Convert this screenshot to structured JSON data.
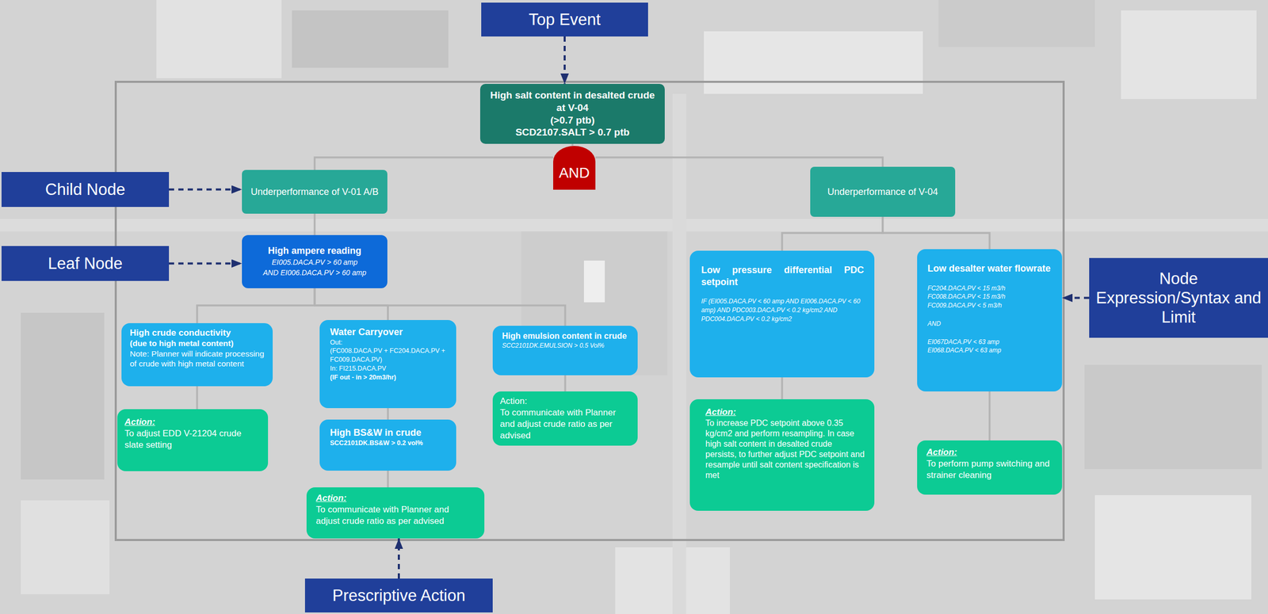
{
  "diagram": {
    "nodes": [
      {
        "text": [
          "Top Event"
        ]
      },
      {
        "text": [
          "High salt content in desalted crude at V-04",
          "(>0.7 ptb)",
          "SCD2107.SALT > 0.7 ptb"
        ]
      },
      {
        "text": [
          "AND"
        ]
      },
      {
        "text": [
          "Child Node"
        ]
      },
      {
        "text": [
          "Underperformance of V-01 A/B"
        ]
      },
      {
        "text": [
          "Underperformance of V-04"
        ]
      },
      {
        "text": [
          "Leaf Node"
        ]
      },
      {
        "text": [
          "High ampere reading",
          "EI005.DACA.PV > 60 amp",
          "AND EI006.DACA.PV > 60 amp"
        ]
      },
      {
        "text": [
          "Node Expression/Syntax and Limit"
        ]
      },
      {
        "text": [
          "Low pressure differential PDC setpoint",
          "IF (EI005.DACA.PV < 60 amp AND EI006.DACA.PV < 60 amp) AND PDC003.DACA.PV < 0.2 kg/cm2 AND PDC004.DACA.PV < 0.2 kg/cm2"
        ]
      },
      {
        "text": [
          "Low desalter water flowrate",
          "FC204.DACA.PV < 15 m3/h",
          "FC008.DACA.PV < 15 m3/h",
          "FC009.DACA.PV < 5 m3/h",
          "AND",
          "EI067DACA.PV < 63 amp",
          "EI068.DACA.PV < 63 amp"
        ]
      },
      {
        "text": [
          "High crude conductivity",
          "(due to high metal content)",
          "Note: Planner will indicate processing of crude with high metal content"
        ]
      },
      {
        "text": [
          "Water Carryover",
          "Out:",
          "(FC008.DACA.PV + FC204.DACA.PV + FC009.DACA.PV)",
          "In: FI215.DACA.PV",
          "(IF out - in > 20m3/hr)"
        ]
      },
      {
        "text": [
          "High emulsion content in crude",
          "SCC2101DK.EMULSION > 0.5 Vol%"
        ]
      },
      {
        "text": [
          "Action:",
          "To adjust EDD V-21204 crude slate setting"
        ]
      },
      {
        "text": [
          "Action:",
          "To communicate with Planner and adjust crude ratio as per advised"
        ]
      },
      {
        "text": [
          "Action:",
          "To increase PDC setpoint above 0.35 kg/cm2 and perform resampling. In case high salt content in desalted crude persists, to further adjust PDC setpoint and resample until salt content specification is met"
        ]
      },
      {
        "text": [
          "Action:",
          "To perform pump switching and strainer cleaning"
        ]
      },
      {
        "text": [
          "High BS&W in crude",
          "SCC2101DK.BS&W > 0.2 vol%"
        ]
      },
      {
        "text": [
          "Action:",
          "To communicate with Planner and adjust crude ratio as per advised"
        ]
      },
      {
        "text": [
          "Prescriptive Action"
        ]
      }
    ],
    "edges": [
      {
        "from": 0,
        "to": 1,
        "arrow": "to"
      },
      {
        "from": 1,
        "to": 2,
        "arrow": "none"
      },
      {
        "from": 2,
        "to": 4,
        "arrow": "none"
      },
      {
        "from": 2,
        "to": 5,
        "arrow": "none"
      },
      {
        "from": 3,
        "to": 4,
        "arrow": "to"
      },
      {
        "from": 4,
        "to": 7,
        "arrow": "none"
      },
      {
        "from": 6,
        "to": 7,
        "arrow": "to"
      },
      {
        "from": 7,
        "to": 11,
        "arrow": "none"
      },
      {
        "from": 7,
        "to": 12,
        "arrow": "none"
      },
      {
        "from": 7,
        "to": 13,
        "arrow": "none"
      },
      {
        "from": 5,
        "to": 9,
        "arrow": "none"
      },
      {
        "from": 5,
        "to": 10,
        "arrow": "none"
      },
      {
        "from": 8,
        "to": 10,
        "arrow": "to"
      },
      {
        "from": 11,
        "to": 14,
        "arrow": "none"
      },
      {
        "from": 12,
        "to": 18,
        "arrow": "none"
      },
      {
        "from": 18,
        "to": 19,
        "arrow": "none"
      },
      {
        "from": 13,
        "to": 15,
        "arrow": "none"
      },
      {
        "from": 9,
        "to": 16,
        "arrow": "none"
      },
      {
        "from": 10,
        "to": 17,
        "arrow": "none"
      },
      {
        "from": 20,
        "to": 19,
        "arrow": "to"
      }
    ]
  }
}
